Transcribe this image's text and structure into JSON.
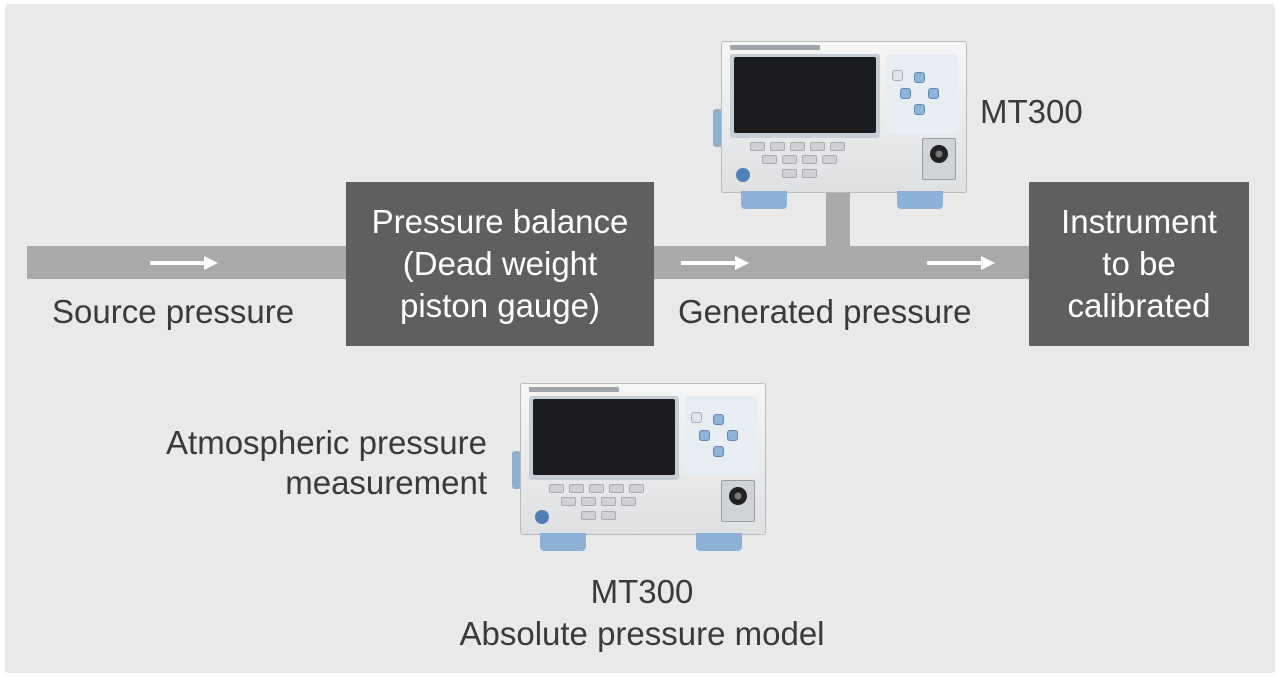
{
  "labels": {
    "source_pressure": "Source pressure",
    "pressure_balance_line1": "Pressure balance",
    "pressure_balance_line2": "(Dead weight",
    "pressure_balance_line3": "piston gauge)",
    "generated_pressure": "Generated pressure",
    "instrument_line1": "Instrument",
    "instrument_line2": "to be",
    "instrument_line3": "calibrated",
    "mt300_top": "MT300",
    "atmospheric_line1": "Atmospheric pressure",
    "atmospheric_line2": "measurement",
    "mt300_bottom_line1": "MT300",
    "mt300_bottom_line2": "Absolute pressure model"
  },
  "colors": {
    "background": "#e9e9ea",
    "pipe": "#a9a9aa",
    "box": "#5f5f60",
    "box_text": "#ffffff",
    "text": "#3a3a3a",
    "device_accent": "#8db1d6"
  },
  "icons": {
    "flow_arrow": "right-arrow-icon",
    "device": "pressure-gauge-device-icon"
  }
}
